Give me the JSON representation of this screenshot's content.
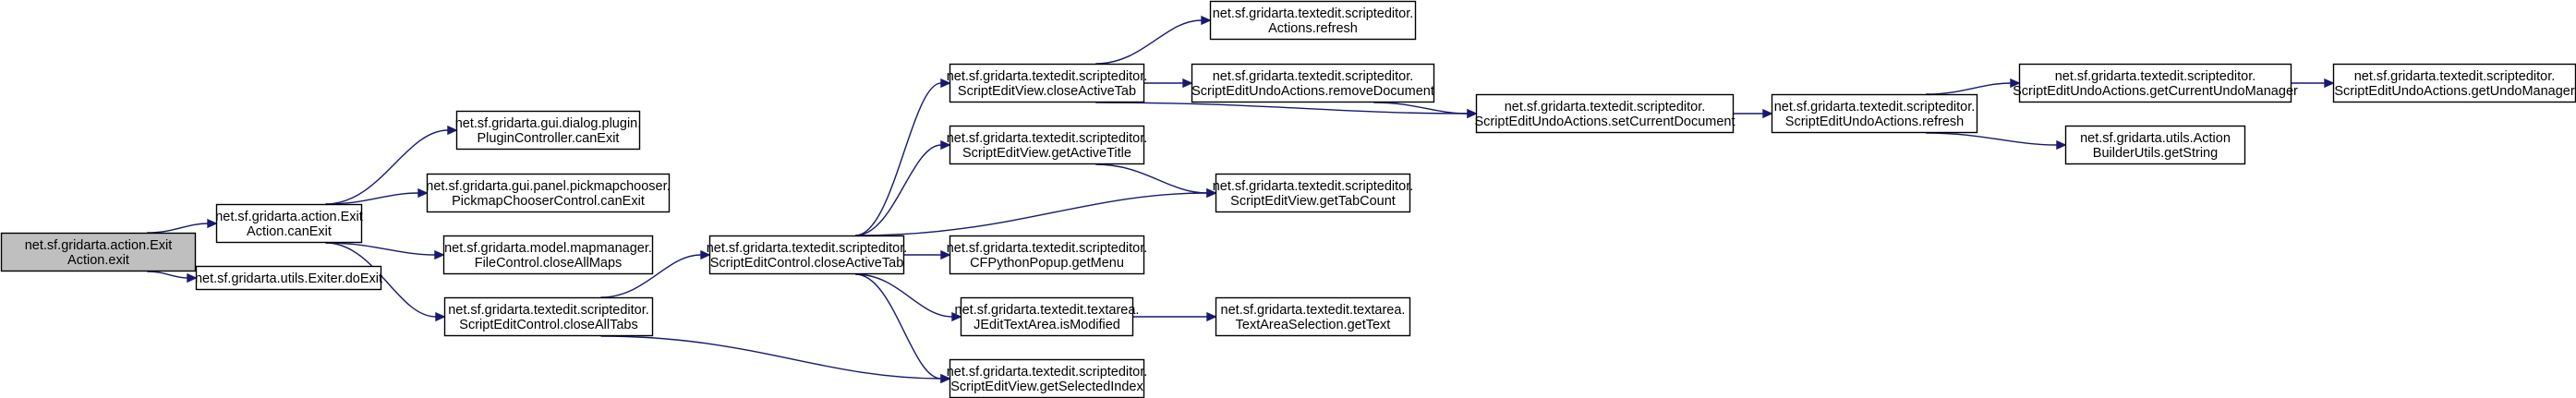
{
  "diagram": {
    "nodes": [
      {
        "id": "action_exit",
        "lines": [
          "net.sf.gridarta.action.Exit",
          "Action.exit"
        ],
        "fill": "#bfbfbf"
      },
      {
        "id": "can_exit",
        "lines": [
          "net.sf.gridarta.action.Exit",
          "Action.canExit"
        ],
        "fill": "#ffffff"
      },
      {
        "id": "exiter_doexit",
        "lines": [
          "net.sf.gridarta.utils.Exiter.doExit"
        ],
        "fill": "#ffffff"
      },
      {
        "id": "plugin_canexit",
        "lines": [
          "net.sf.gridarta.gui.dialog.plugin.",
          "PluginController.canExit"
        ],
        "fill": "#ffffff"
      },
      {
        "id": "pickmap_canexit",
        "lines": [
          "net.sf.gridarta.gui.panel.pickmapchooser.",
          "PickmapChooserControl.canExit"
        ],
        "fill": "#ffffff"
      },
      {
        "id": "fc_closeallmaps",
        "lines": [
          "net.sf.gridarta.model.mapmanager.",
          "FileControl.closeAllMaps"
        ],
        "fill": "#ffffff"
      },
      {
        "id": "sec_closealltabs",
        "lines": [
          "net.sf.gridarta.textedit.scripteditor.",
          "ScriptEditControl.closeAllTabs"
        ],
        "fill": "#ffffff"
      },
      {
        "id": "sec_closeactivetab",
        "lines": [
          "net.sf.gridarta.textedit.scripteditor.",
          "ScriptEditControl.closeActiveTab"
        ],
        "fill": "#ffffff"
      },
      {
        "id": "sev_closeactivetab",
        "lines": [
          "net.sf.gridarta.textedit.scripteditor.",
          "ScriptEditView.closeActiveTab"
        ],
        "fill": "#ffffff"
      },
      {
        "id": "sev_getactivetitle",
        "lines": [
          "net.sf.gridarta.textedit.scripteditor.",
          "ScriptEditView.getActiveTitle"
        ],
        "fill": "#ffffff"
      },
      {
        "id": "cfpp_getmenu",
        "lines": [
          "net.sf.gridarta.textedit.scripteditor.",
          "CFPythonPopup.getMenu"
        ],
        "fill": "#ffffff"
      },
      {
        "id": "jeta_ismodified",
        "lines": [
          "net.sf.gridarta.textedit.textarea.",
          "JEditTextArea.isModified"
        ],
        "fill": "#ffffff"
      },
      {
        "id": "sev_getselectedindex",
        "lines": [
          "net.sf.gridarta.textedit.scripteditor.",
          "ScriptEditView.getSelectedIndex"
        ],
        "fill": "#ffffff"
      },
      {
        "id": "actions_refresh",
        "lines": [
          "net.sf.gridarta.textedit.scripteditor.",
          "Actions.refresh"
        ],
        "fill": "#ffffff"
      },
      {
        "id": "seua_removedocument",
        "lines": [
          "net.sf.gridarta.textedit.scripteditor.",
          "ScriptEditUndoActions.removeDocument"
        ],
        "fill": "#ffffff"
      },
      {
        "id": "sev_gettabcount",
        "lines": [
          "net.sf.gridarta.textedit.scripteditor.",
          "ScriptEditView.getTabCount"
        ],
        "fill": "#ffffff"
      },
      {
        "id": "tas_gettext",
        "lines": [
          "net.sf.gridarta.textedit.textarea.",
          "TextAreaSelection.getText"
        ],
        "fill": "#ffffff"
      },
      {
        "id": "seua_setcurrentdocument",
        "lines": [
          "net.sf.gridarta.textedit.scripteditor.",
          "ScriptEditUndoActions.setCurrentDocument"
        ],
        "fill": "#ffffff"
      },
      {
        "id": "seua_refresh",
        "lines": [
          "net.sf.gridarta.textedit.scripteditor.",
          "ScriptEditUndoActions.refresh"
        ],
        "fill": "#ffffff"
      },
      {
        "id": "seua_getcurrentundomanager",
        "lines": [
          "net.sf.gridarta.textedit.scripteditor.",
          "ScriptEditUndoActions.getCurrentUndoManager"
        ],
        "fill": "#ffffff"
      },
      {
        "id": "abu_getstring",
        "lines": [
          "net.sf.gridarta.utils.Action",
          "BuilderUtils.getString"
        ],
        "fill": "#ffffff"
      },
      {
        "id": "seua_getundomanager",
        "lines": [
          "net.sf.gridarta.textedit.scripteditor.",
          "ScriptEditUndoActions.getUndoManager"
        ],
        "fill": "#ffffff"
      }
    ],
    "edges": [
      {
        "from": "action_exit",
        "to": "can_exit"
      },
      {
        "from": "action_exit",
        "to": "exiter_doexit"
      },
      {
        "from": "can_exit",
        "to": "plugin_canexit"
      },
      {
        "from": "can_exit",
        "to": "pickmap_canexit"
      },
      {
        "from": "can_exit",
        "to": "fc_closeallmaps"
      },
      {
        "from": "can_exit",
        "to": "sec_closealltabs"
      },
      {
        "from": "sec_closealltabs",
        "to": "sec_closeactivetab"
      },
      {
        "from": "sec_closealltabs",
        "to": "sev_getselectedindex"
      },
      {
        "from": "sec_closeactivetab",
        "to": "sev_closeactivetab"
      },
      {
        "from": "sec_closeactivetab",
        "to": "sev_getactivetitle"
      },
      {
        "from": "sec_closeactivetab",
        "to": "sev_gettabcount"
      },
      {
        "from": "sec_closeactivetab",
        "to": "cfpp_getmenu"
      },
      {
        "from": "sec_closeactivetab",
        "to": "jeta_ismodified"
      },
      {
        "from": "sec_closeactivetab",
        "to": "sev_getselectedindex"
      },
      {
        "from": "sev_closeactivetab",
        "to": "actions_refresh"
      },
      {
        "from": "sev_closeactivetab",
        "to": "seua_removedocument"
      },
      {
        "from": "sev_closeactivetab",
        "to": "seua_setcurrentdocument"
      },
      {
        "from": "sev_getactivetitle",
        "to": "sev_gettabcount"
      },
      {
        "from": "jeta_ismodified",
        "to": "tas_gettext"
      },
      {
        "from": "seua_removedocument",
        "to": "seua_setcurrentdocument"
      },
      {
        "from": "seua_setcurrentdocument",
        "to": "seua_refresh"
      },
      {
        "from": "seua_refresh",
        "to": "seua_getcurrentundomanager"
      },
      {
        "from": "seua_refresh",
        "to": "abu_getstring"
      },
      {
        "from": "seua_getcurrentundomanager",
        "to": "seua_getundomanager"
      }
    ]
  }
}
